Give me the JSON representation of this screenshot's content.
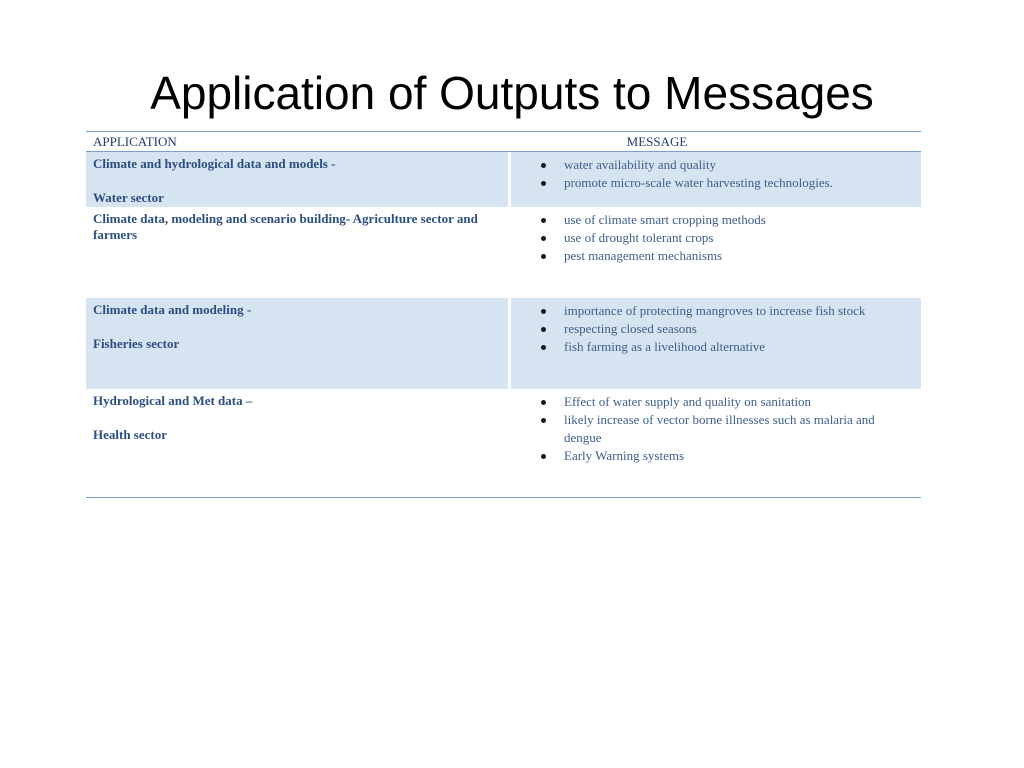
{
  "slide": {
    "title": "Application of Outputs to Messages"
  },
  "table": {
    "headers": {
      "application": "APPLICATION",
      "message": "MESSAGE"
    },
    "rows": [
      {
        "application_lines": [
          "Climate and hydrological data and models -",
          "Water sector"
        ],
        "messages": [
          "water availability and quality",
          "promote micro-scale water harvesting technologies."
        ]
      },
      {
        "application_lines": [
          "Climate data, modeling and scenario building- Agriculture sector and farmers"
        ],
        "messages": [
          "use of climate smart cropping methods",
          "use of drought tolerant crops",
          "pest management mechanisms"
        ]
      },
      {
        "application_lines": [
          "Climate data and modeling -",
          "Fisheries sector"
        ],
        "messages": [
          "importance of protecting mangroves to increase fish stock",
          "respecting closed seasons",
          "fish farming as a livelihood alternative"
        ]
      },
      {
        "application_lines": [
          "Hydrological  and Met data –",
          "Health sector"
        ],
        "messages": [
          "Effect of water supply and quality on sanitation",
          "likely increase of vector borne illnesses such as malaria and dengue",
          "Early Warning systems"
        ]
      }
    ]
  },
  "colors": {
    "shaded_row": "#d6e3f0",
    "rule": "#7b9fcb",
    "text": "#2a4f80"
  }
}
